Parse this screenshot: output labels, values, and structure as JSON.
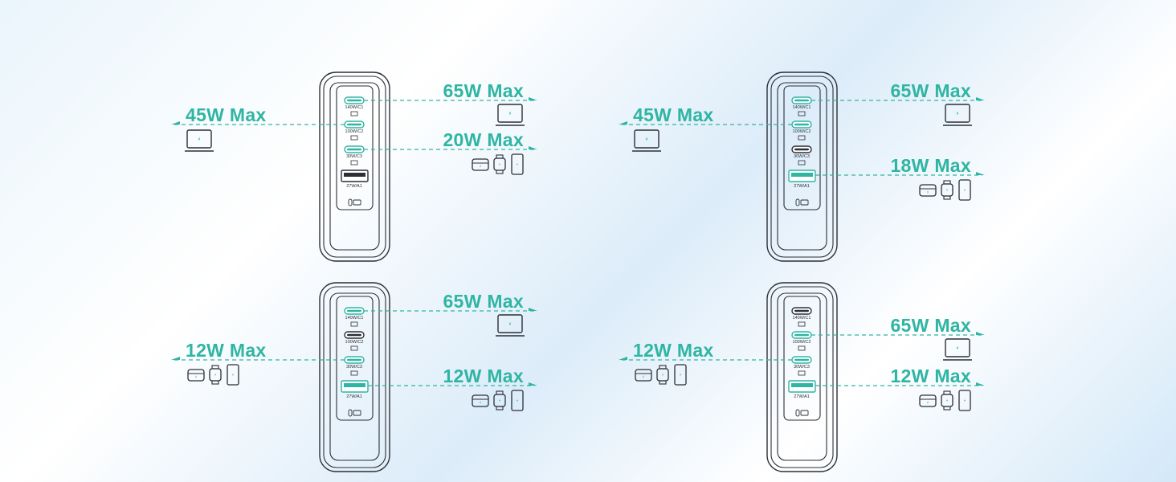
{
  "colors": {
    "accent": "#2fb5a3",
    "outline": "#2b2f36",
    "background_light": "#ffffff",
    "background_blue": "#d3e8f8"
  },
  "port_labels": {
    "c1": "140W/C1",
    "c2": "100W/C2",
    "c3": "30W/C3",
    "a1": "27W/A1"
  },
  "configs": [
    {
      "id": "top-left",
      "active_ports": [
        "c1",
        "c2",
        "c3"
      ],
      "outputs": [
        {
          "port": "c2",
          "side": "left",
          "label": "45W Max",
          "devices": "laptop"
        },
        {
          "port": "c1",
          "side": "right",
          "label": "65W Max",
          "devices": "laptop"
        },
        {
          "port": "c3",
          "side": "right",
          "label": "20W Max",
          "devices": "small"
        }
      ]
    },
    {
      "id": "top-right",
      "active_ports": [
        "c1",
        "c2",
        "a1"
      ],
      "outputs": [
        {
          "port": "c2",
          "side": "left",
          "label": "45W Max",
          "devices": "laptop"
        },
        {
          "port": "c1",
          "side": "right",
          "label": "65W Max",
          "devices": "laptop"
        },
        {
          "port": "a1",
          "side": "right",
          "label": "18W Max",
          "devices": "small"
        }
      ]
    },
    {
      "id": "bottom-left",
      "active_ports": [
        "c1",
        "c3",
        "a1"
      ],
      "outputs": [
        {
          "port": "c3",
          "side": "left",
          "label": "12W Max",
          "devices": "small"
        },
        {
          "port": "c1",
          "side": "right",
          "label": "65W Max",
          "devices": "laptop"
        },
        {
          "port": "a1",
          "side": "right",
          "label": "12W Max",
          "devices": "small"
        }
      ]
    },
    {
      "id": "bottom-right",
      "active_ports": [
        "c2",
        "c3",
        "a1"
      ],
      "outputs": [
        {
          "port": "c3",
          "side": "left",
          "label": "12W Max",
          "devices": "small"
        },
        {
          "port": "c2",
          "side": "right",
          "label": "65W Max",
          "devices": "laptop"
        },
        {
          "port": "a1",
          "side": "right",
          "label": "12W Max",
          "devices": "small"
        }
      ]
    }
  ]
}
